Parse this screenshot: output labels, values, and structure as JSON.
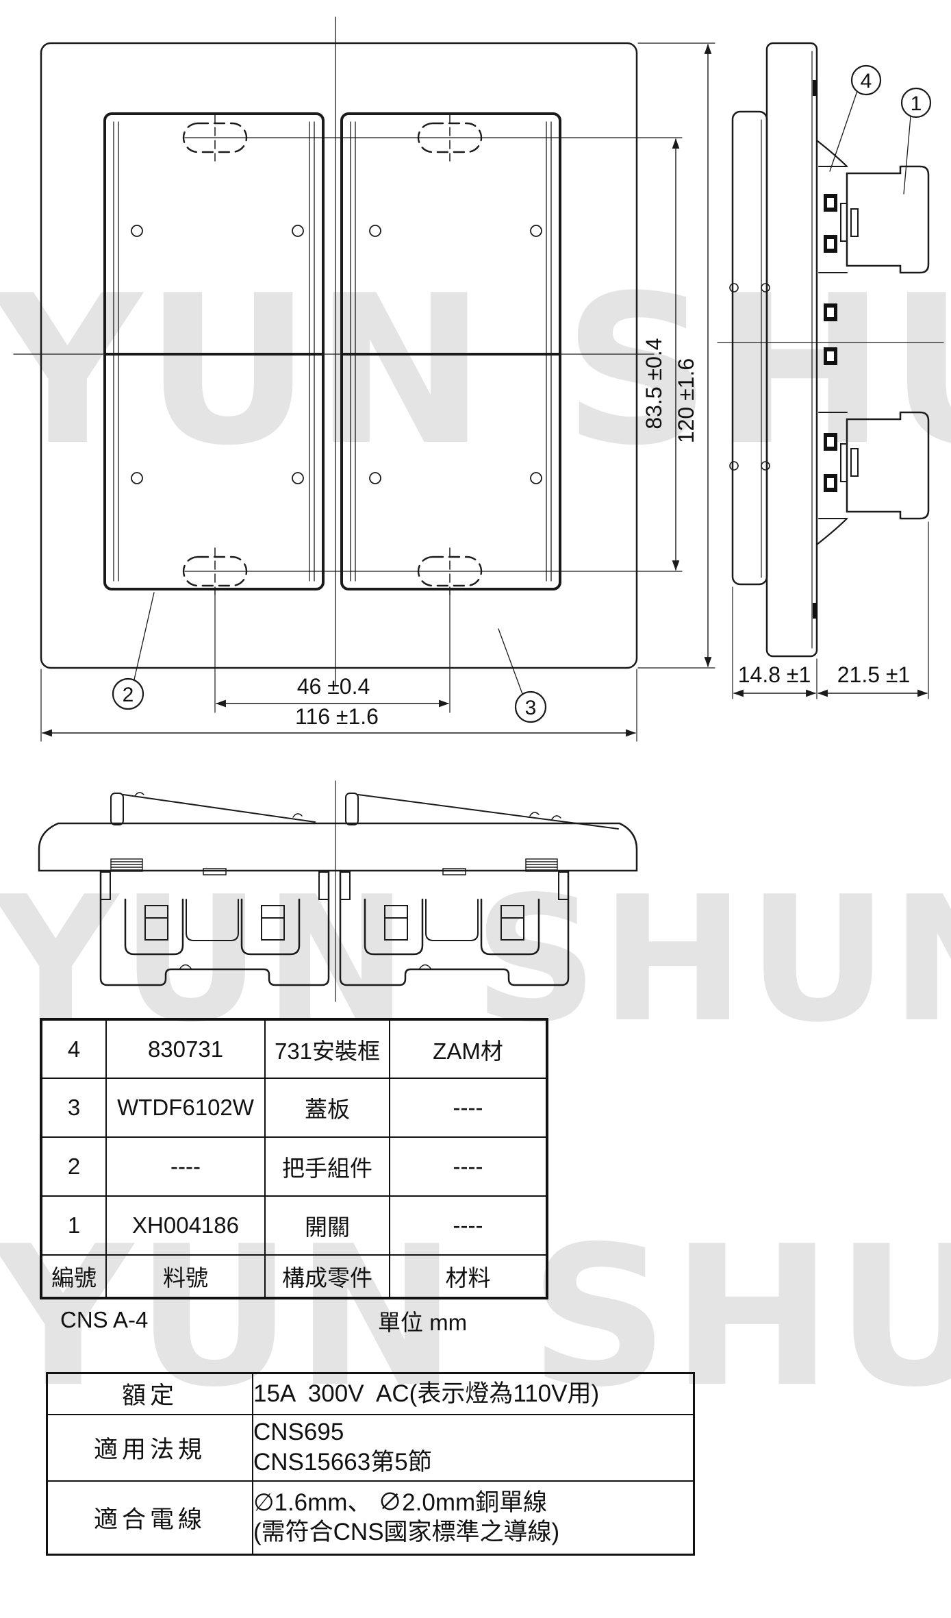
{
  "watermark": {
    "text": "YUN SHUN",
    "color": "#e4e4e4"
  },
  "front_view": {
    "dim_hole_pitch_v": "83.5 ±0.4",
    "dim_plate_height": "120 ±1.6",
    "dim_hole_pitch_h": "46 ±0.4",
    "dim_plate_width": "116 ±1.6",
    "callout_handle": "2",
    "callout_cover": "3"
  },
  "side_view": {
    "dim_depth_rear": "14.8 ±1",
    "dim_depth_front": "21.5 ±1",
    "callout_frame": "4",
    "callout_switch": "1"
  },
  "parts_table": {
    "header": {
      "no": "編號",
      "part_no": "料號",
      "component": "構成零件",
      "material": "材料"
    },
    "rows": [
      {
        "no": "4",
        "part_no": "830731",
        "component": "731安裝框",
        "material": "ZAM材"
      },
      {
        "no": "3",
        "part_no": "WTDF6102W",
        "component": "蓋板",
        "material": "----"
      },
      {
        "no": "2",
        "part_no": "----",
        "component": "把手組件",
        "material": "----"
      },
      {
        "no": "1",
        "part_no": "XH004186",
        "component": "開關",
        "material": "----"
      }
    ]
  },
  "notes": {
    "standard": "CNS A-4",
    "unit": "單位 mm"
  },
  "spec_table": {
    "rows": [
      {
        "label": "額定",
        "line1": "15A  300V  AC(表示燈為110V用)",
        "line2": ""
      },
      {
        "label": "適用法規",
        "line1": "CNS695",
        "line2": "CNS15663第5節"
      },
      {
        "label": "適合電線",
        "line1": "∅1.6mm、 ∅2.0mm銅單線",
        "line2": "(需符合CNS國家標準之導線)"
      }
    ]
  }
}
